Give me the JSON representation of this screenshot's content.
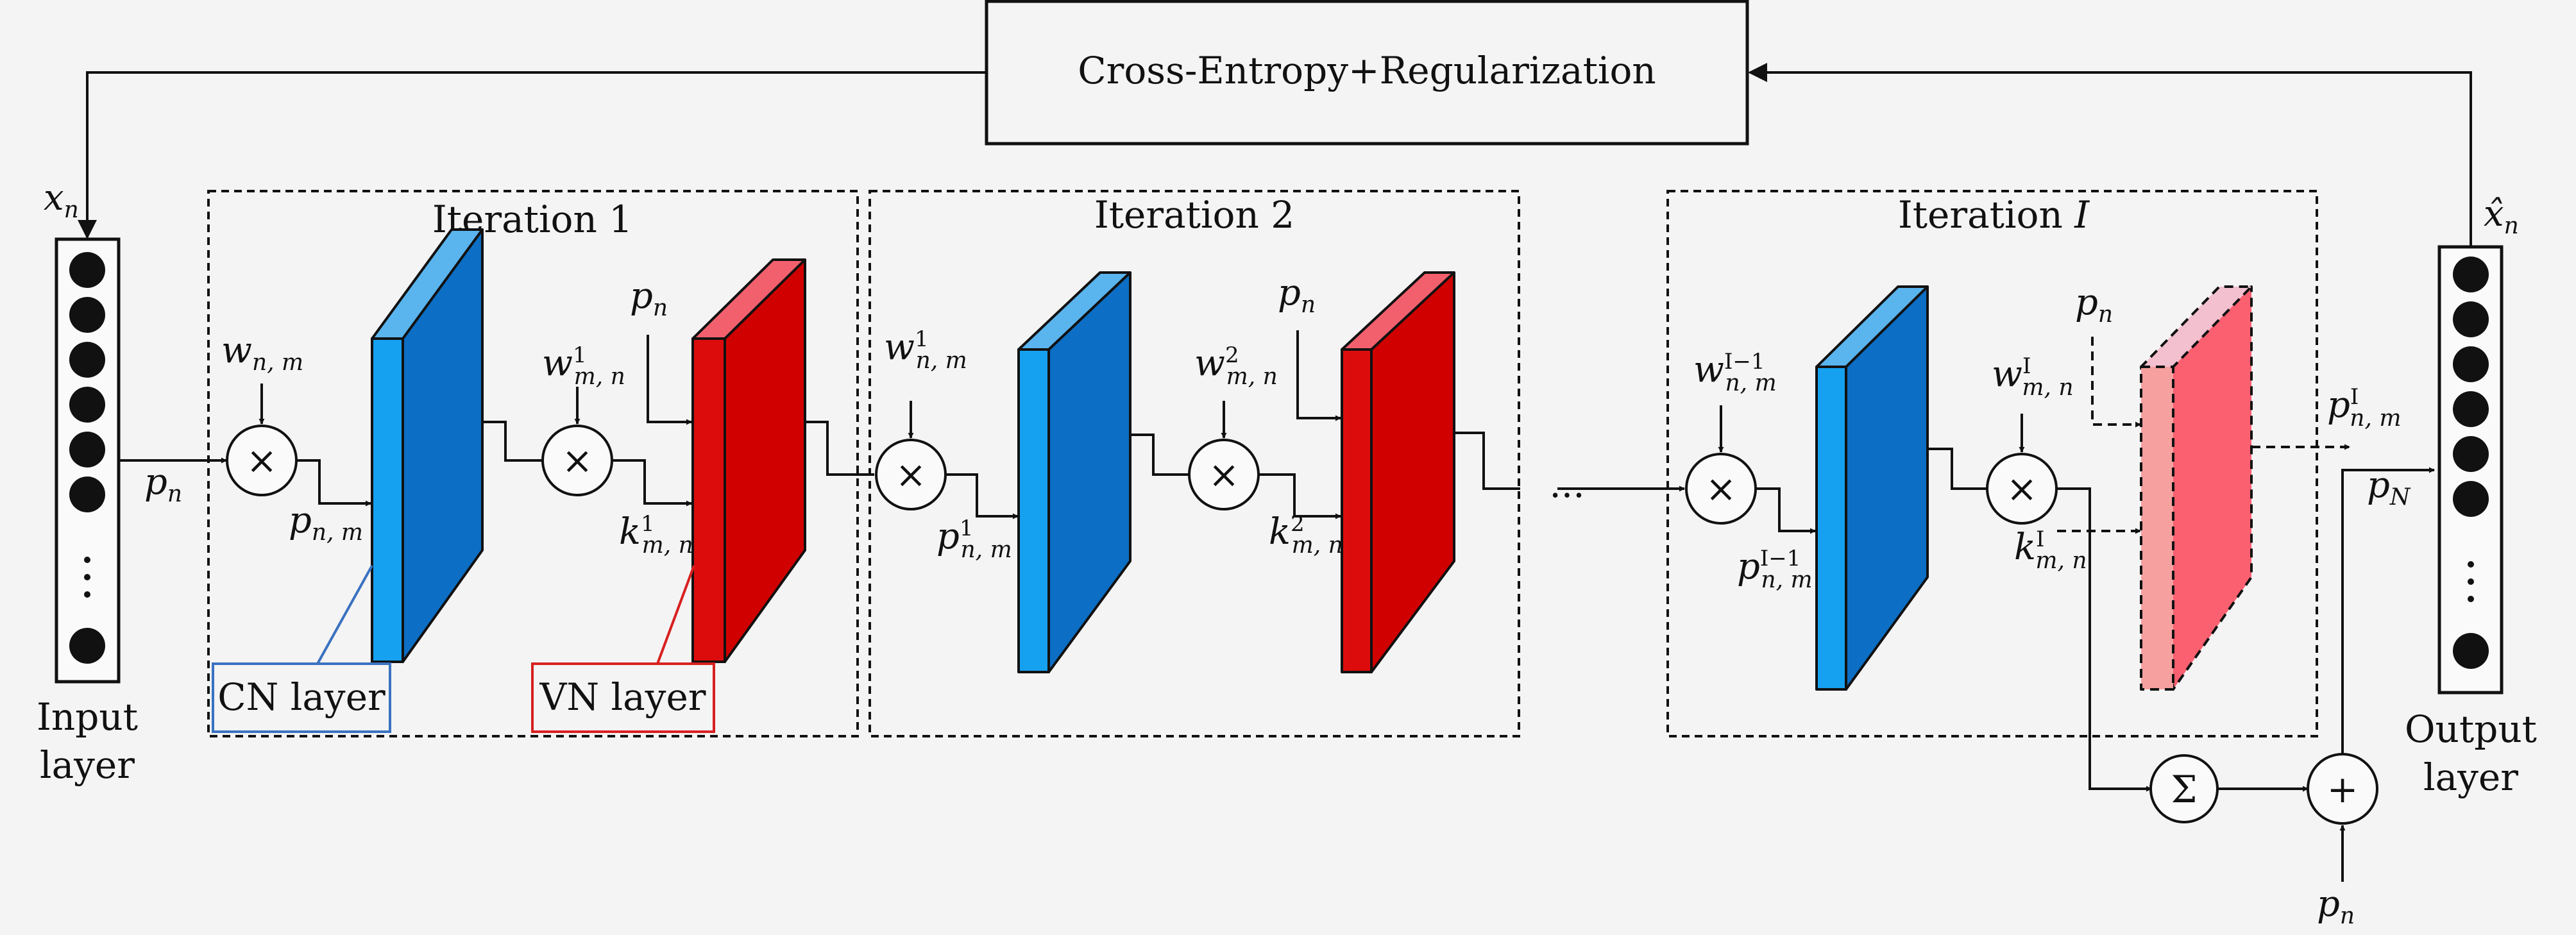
{
  "loss_box": {
    "label": "Cross-Entropy+Regularization"
  },
  "iterations": [
    {
      "title": "Iteration 1"
    },
    {
      "title": "Iteration 2"
    },
    {
      "title_prefix": "Iteration",
      "title_var": "I"
    }
  ],
  "input_layer": {
    "label_line1": "Input",
    "label_line2": "layer",
    "x": "x",
    "x_sub": "n"
  },
  "output_layer": {
    "label_line1": "Output",
    "label_line2": "layer",
    "x": "x̂",
    "x_sub": "n"
  },
  "callouts": {
    "cn": "CN layer",
    "vn": "VN layer"
  },
  "ellipsis": "...",
  "ops": {
    "multiply": "×",
    "sum": "Σ",
    "plus": "+"
  },
  "colors": {
    "cn_front": "#16a0f0",
    "cn_side": "#0c6ec4",
    "cn_top": "#5ab4ee",
    "vn_front": "#dd0c0c",
    "vn_side": "#d00000",
    "vn_top": "#f2606e",
    "vn_ghost_front": "#f6a0a0",
    "vn_ghost_side": "#fa6070",
    "vn_ghost_top": "#f3c0d0",
    "cn_callout": "#3a72c0",
    "vn_callout": "#d82020"
  },
  "math_labels": {
    "p": "p",
    "w": "w",
    "k": "k",
    "sub_n": "n",
    "sub_nm": "n, m",
    "sub_mn": "m, n",
    "sub_N": "N",
    "sup_1": "1",
    "sup_2": "2",
    "sup_I": "I",
    "sup_I1": "I−1"
  }
}
